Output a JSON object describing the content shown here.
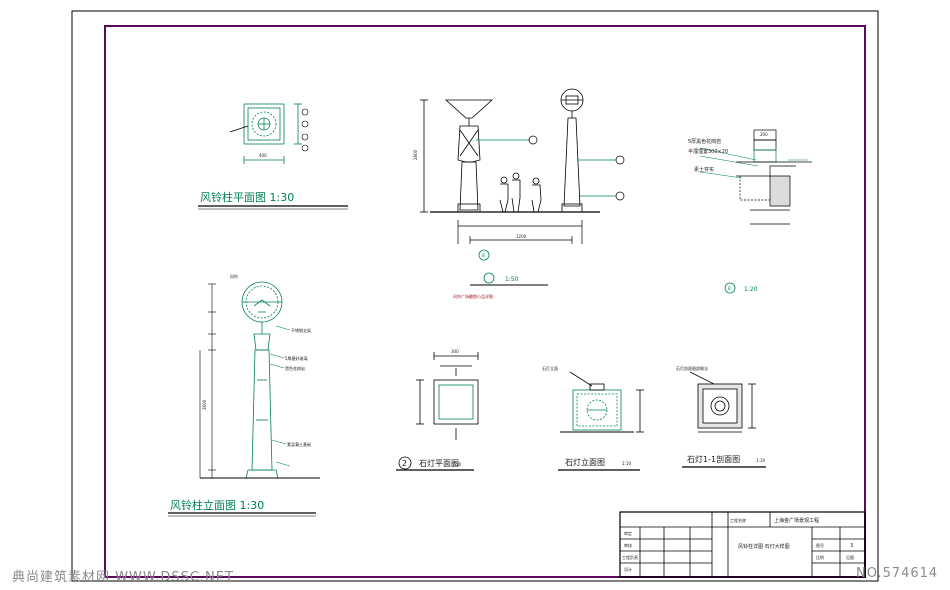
{
  "titles": {
    "plan": "风铃柱平面图 1:30",
    "elevation": "风铃柱立面图 1:30",
    "lamp_plan": "石灯平面图",
    "lamp_elev": "石灯立面图",
    "lamp_section": "石灯1-1剖面图"
  },
  "scales": {
    "center": "1:50",
    "detail_b": "1:20",
    "lamp_plan": "1:10",
    "lamp_elev": "1:10",
    "lamp_section": "1:10"
  },
  "markers": {
    "lamp_plan_num": "2",
    "center_circle": "B",
    "b_circle": "B"
  },
  "dims": {
    "plan_width": "400",
    "elev_total": "3600",
    "center_total": "2800",
    "center_span": "1200",
    "lamp_w": "300",
    "detail_top": "200"
  },
  "notes": {
    "detail_1": "5厚黑色花岗岩",
    "detail_2": "半埋埋置300×20",
    "detail_3": "素土夯实",
    "center_sub": "风铃广场雕塑小品详图",
    "elev_1": "风铃",
    "elev_2": "不锈钢支架",
    "elev_3": "5厚磨砂玻璃",
    "elev_4": "黑色花岗岩",
    "elev_5": "素混凝土基础",
    "section_note": "石灯剖面细部做法",
    "elev_note": "石灯立面"
  },
  "title_block": {
    "project": "上海金广场景观工程",
    "drawing": "风铃柱详图 石灯大样图",
    "label_a": "工程名称",
    "label_b": "图号",
    "label_c": "比例",
    "row1": "审定",
    "row2": "审核",
    "row3": "工程负责",
    "row4": "设计",
    "num": "3",
    "scale": "见图"
  },
  "watermarks": {
    "left": "典尚建筑素材网 WWW.DSSC.NET",
    "right": "NO.574614"
  },
  "colors": {
    "frame": "#5a0a5a",
    "line": "#00805a",
    "text": "#1a1a1a"
  }
}
